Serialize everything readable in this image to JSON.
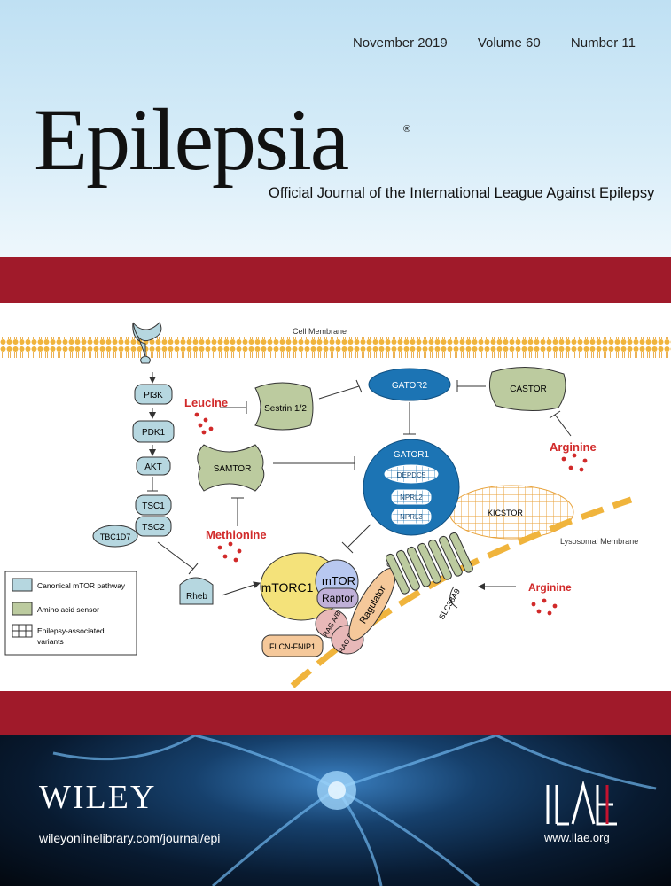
{
  "journal": {
    "issue_date": "November 2019",
    "volume": "Volume 60",
    "number": "Number 11",
    "title": "Epilepsia",
    "registered_mark": "®",
    "subtitle": "Official Journal of the International League Against Epilepsy"
  },
  "figure": {
    "cell_membrane": "Cell Membrane",
    "lysosomal_membrane": "Lysosomal Membrane",
    "nodes": {
      "pi3k": "PI3K",
      "pdk1": "PDK1",
      "akt": "AKT",
      "tsc1": "TSC1",
      "tsc2": "TSC2",
      "tbc1d7": "TBC1D7",
      "rheb": "Rheb",
      "sestrin": "Sestrin 1/2",
      "gator2": "GATOR2",
      "castor": "CASTOR",
      "samtor": "SAMTOR",
      "gator1": "GATOR1",
      "depdc5": "DEPDC5",
      "nprl2": "NPRL2",
      "nprl3": "NPRL3",
      "kicstor": "KICSTOR",
      "mtorc1": "mTORC1",
      "mtor": "mTOR",
      "raptor": "Raptor",
      "rag_ab": "RAG A/B",
      "rag_cd": "RAG C/D",
      "ragulator": "Ragulator",
      "flcn": "FLCN-FNIP1",
      "slc38a9": "SLC38A9"
    },
    "amino_acids": {
      "leucine": "Leucine",
      "arginine_top": "Arginine",
      "methionine": "Methionine",
      "arginine_bottom": "Arginine"
    },
    "legend": {
      "canonical": "Canonical mTOR pathway",
      "sensor": "Amino acid sensor",
      "variants_line1": "Epilepsy-associated",
      "variants_line2": "variants"
    }
  },
  "footer": {
    "publisher": "WILEY",
    "publisher_url": "wileyonlinelibrary.com/journal/epi",
    "ilae_logo_text": "ILAE",
    "ilae_url": "www.ilae.org"
  },
  "colors": {
    "band": "#a01a2a",
    "canonical_fill": "#b6d7e0",
    "sensor_fill": "#bccb9f",
    "mtorc1_fill": "#f4e27a",
    "gator1_fill": "#1c74b4",
    "amino_red": "#d12a2a",
    "lysosome": "#f0b43c"
  }
}
